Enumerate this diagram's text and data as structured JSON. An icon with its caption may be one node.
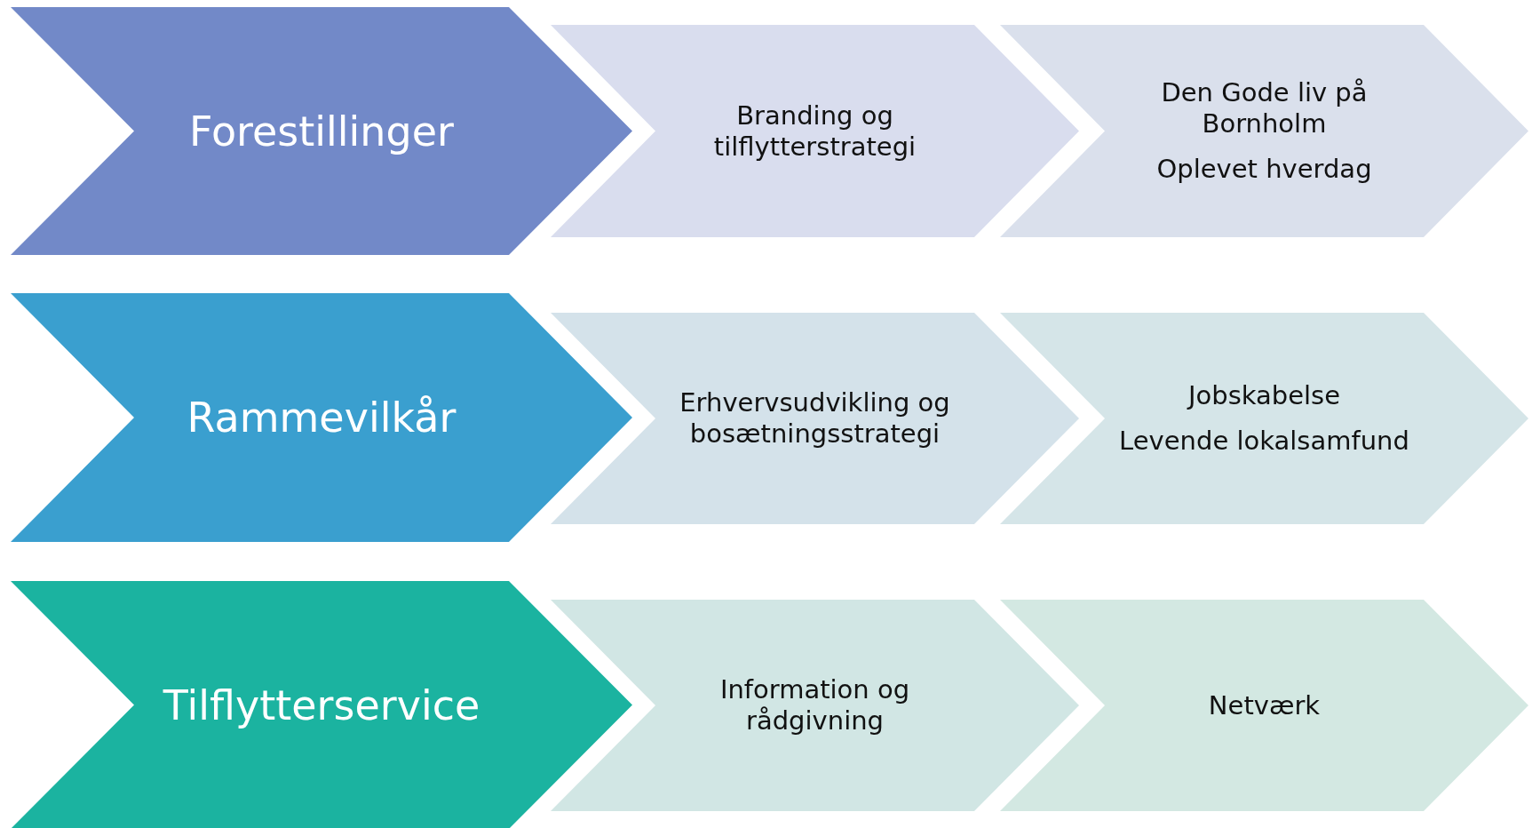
{
  "diagram": {
    "nodes": [
      {
        "text": [
          "Forestillinger"
        ]
      },
      {
        "text": [
          "Branding og tilflytterstrategi"
        ]
      },
      {
        "text": [
          "Den Gode liv på Bornholm",
          "Oplevet hverdag"
        ]
      },
      {
        "text": [
          "Rammevilkår"
        ]
      },
      {
        "text": [
          "Erhvervsudvikling og bosætningsstrategi"
        ]
      },
      {
        "text": [
          "Jobskabelse",
          "Levende lokalsamfund"
        ]
      },
      {
        "text": [
          "Tilflytterservice"
        ]
      },
      {
        "text": [
          "Information og rådgivning"
        ]
      },
      {
        "text": [
          "Netværk"
        ]
      }
    ]
  }
}
